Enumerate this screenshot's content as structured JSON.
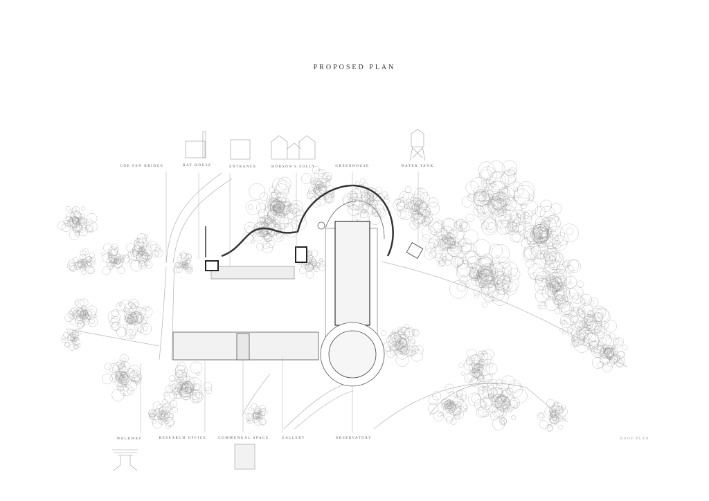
{
  "title": "PROPOSED PLAN",
  "top_labels": [
    "COE FEN BRIDGE",
    "BAT HOUSE",
    "ENTRANCE",
    "HODSON'S FOLLY",
    "GREENHOUSE",
    "WATER TANK"
  ],
  "bottom_labels": [
    "WALKWAY",
    "RESEARCH OFFICE",
    "COMMUNUAL SPACE",
    "GALLERY",
    "OBSERVATORY"
  ],
  "roof_plan_label": "ROOF PLAN"
}
